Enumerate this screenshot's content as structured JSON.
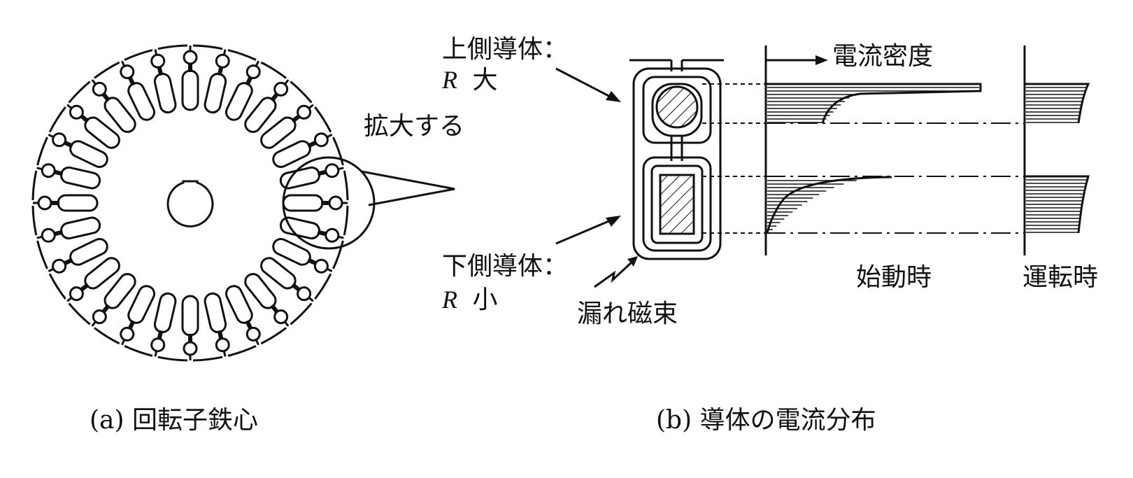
{
  "figure_a": {
    "caption": "(a) 回転子鉄心",
    "zoom_label": "拡大する",
    "slot_count": 28
  },
  "figure_b": {
    "caption": "(b) 導体の電流分布",
    "upper_conductor_line1": "上側導体：",
    "upper_conductor_r": "R",
    "upper_conductor_size": "大",
    "lower_conductor_line1": "下側導体：",
    "lower_conductor_r": "R",
    "lower_conductor_size": "小",
    "leakage_flux": "漏れ磁束",
    "current_density": "電流密度",
    "starting": "始動時",
    "running": "運転時"
  }
}
